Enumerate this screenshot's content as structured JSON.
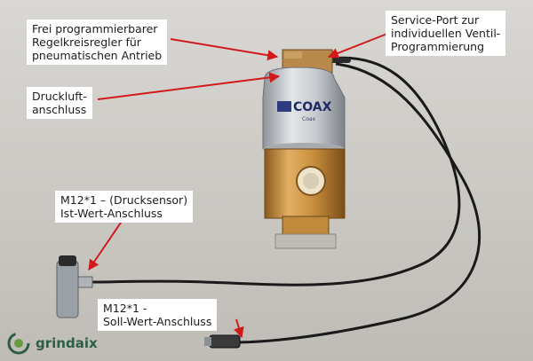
{
  "callouts": {
    "controller": "Frei programmierbarer\nRegelkreisregler für\npneumatischen Antrieb",
    "air": "Druckluft-\nanschluss",
    "sensor": "M12*1 – (Drucksensor)\nIst-Wert-Anschluss",
    "setpoint": "M12*1 -\nSoll-Wert-Anschluss",
    "service": "Service-Port zur\nindividuellen Ventil-\nProgrammierung"
  },
  "valve_brand": "COAX",
  "valve_small_label": "Coax",
  "company_logo": "grindaix",
  "colors": {
    "background": "#cfcdca",
    "arrow": "#d21a1a",
    "brass": "#c98f3e",
    "silver": "#c7cace",
    "logo_green": "#2e5f43"
  }
}
